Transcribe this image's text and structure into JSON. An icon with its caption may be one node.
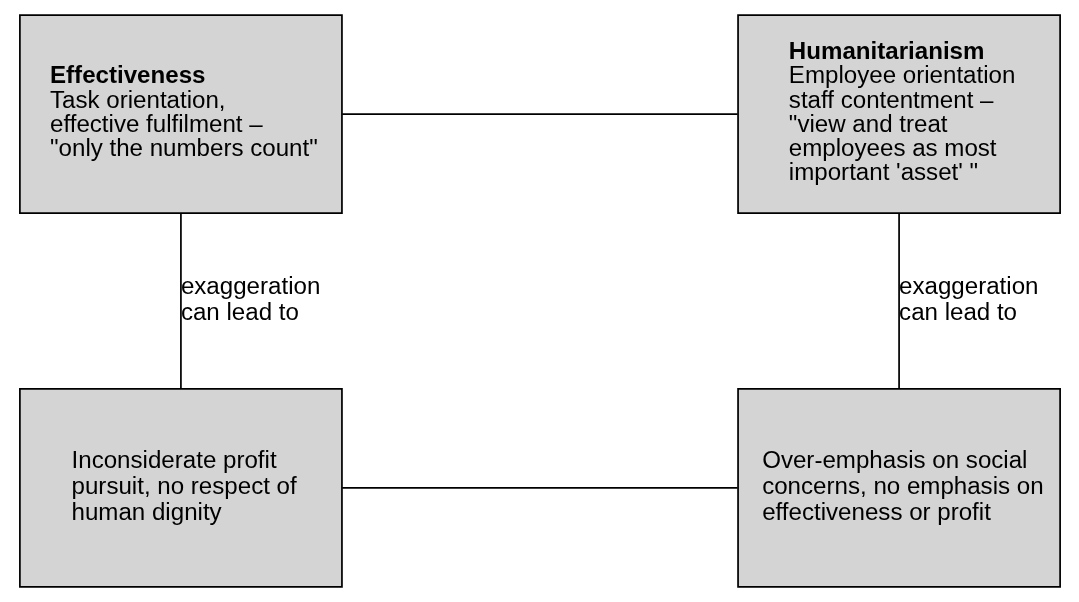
{
  "diagram": {
    "nodes": [
      {
        "text": [
          "Effectiveness",
          "Task orientation, effective fulfilment – \"only the numbers count\""
        ]
      },
      {
        "text": [
          "Humanitarianism",
          "Employee orientation staff contentment – \"view and treat employees as most important 'asset' \""
        ]
      },
      {
        "text": [
          "Inconsiderate profit pursuit, no respect of human dignity"
        ]
      },
      {
        "text": [
          "Over-emphasis on social concerns, no emphasis on effectiveness or profit"
        ]
      }
    ],
    "edges": [
      {
        "from": 0,
        "to": 1,
        "arrow": "none"
      },
      {
        "from": 0,
        "to": 2,
        "arrow": "none",
        "label": "exaggeration can lead to"
      },
      {
        "from": 1,
        "to": 3,
        "arrow": "none",
        "label": "exaggeration can lead to"
      },
      {
        "from": 2,
        "to": 3,
        "arrow": "none"
      }
    ]
  }
}
